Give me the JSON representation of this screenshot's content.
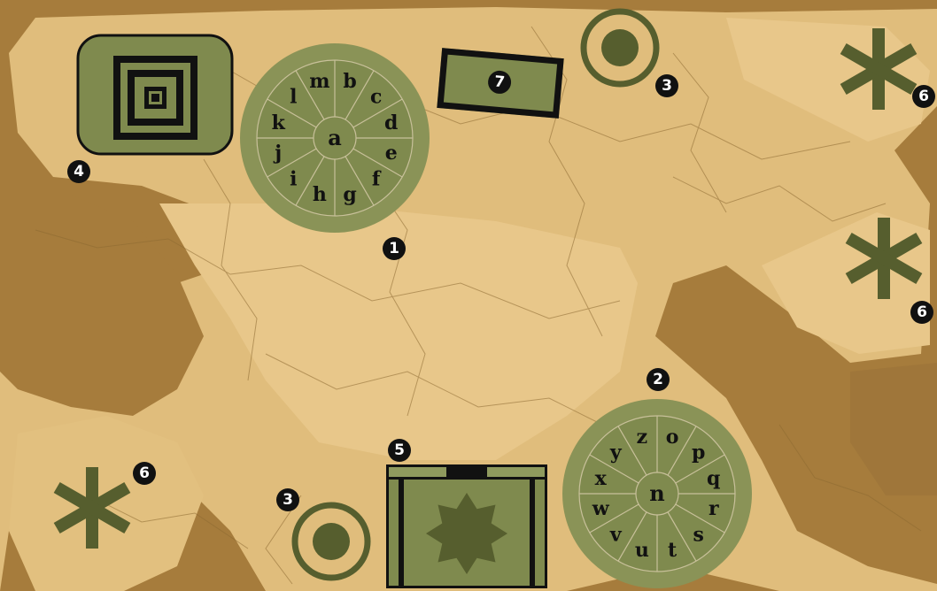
{
  "colors": {
    "sand_light": "#e6c584",
    "sand_dark": "#a67c3c",
    "olive": "#7f8a4e",
    "olive_dark": "#565e2e",
    "badge": "#111111"
  },
  "wheel_1": {
    "center": "a",
    "letters": [
      "b",
      "c",
      "d",
      "e",
      "f",
      "g",
      "h",
      "i",
      "j",
      "k",
      "l",
      "m"
    ]
  },
  "wheel_2": {
    "center": "n",
    "letters": [
      "o",
      "p",
      "q",
      "r",
      "s",
      "t",
      "u",
      "v",
      "w",
      "x",
      "y",
      "z"
    ]
  },
  "badges": {
    "b1": "1",
    "b2": "2",
    "b3a": "3",
    "b3b": "3",
    "b4": "4",
    "b5": "5",
    "b6a": "6",
    "b6b": "6",
    "b6c": "6",
    "b7": "7"
  },
  "icons": {
    "target_square": "concentric-square-icon",
    "ring_button": "ring-dot-icon",
    "asterisk": "asterisk-icon",
    "star_panel": "eight-point-star-icon",
    "tag": "rectangle-tag-icon"
  }
}
